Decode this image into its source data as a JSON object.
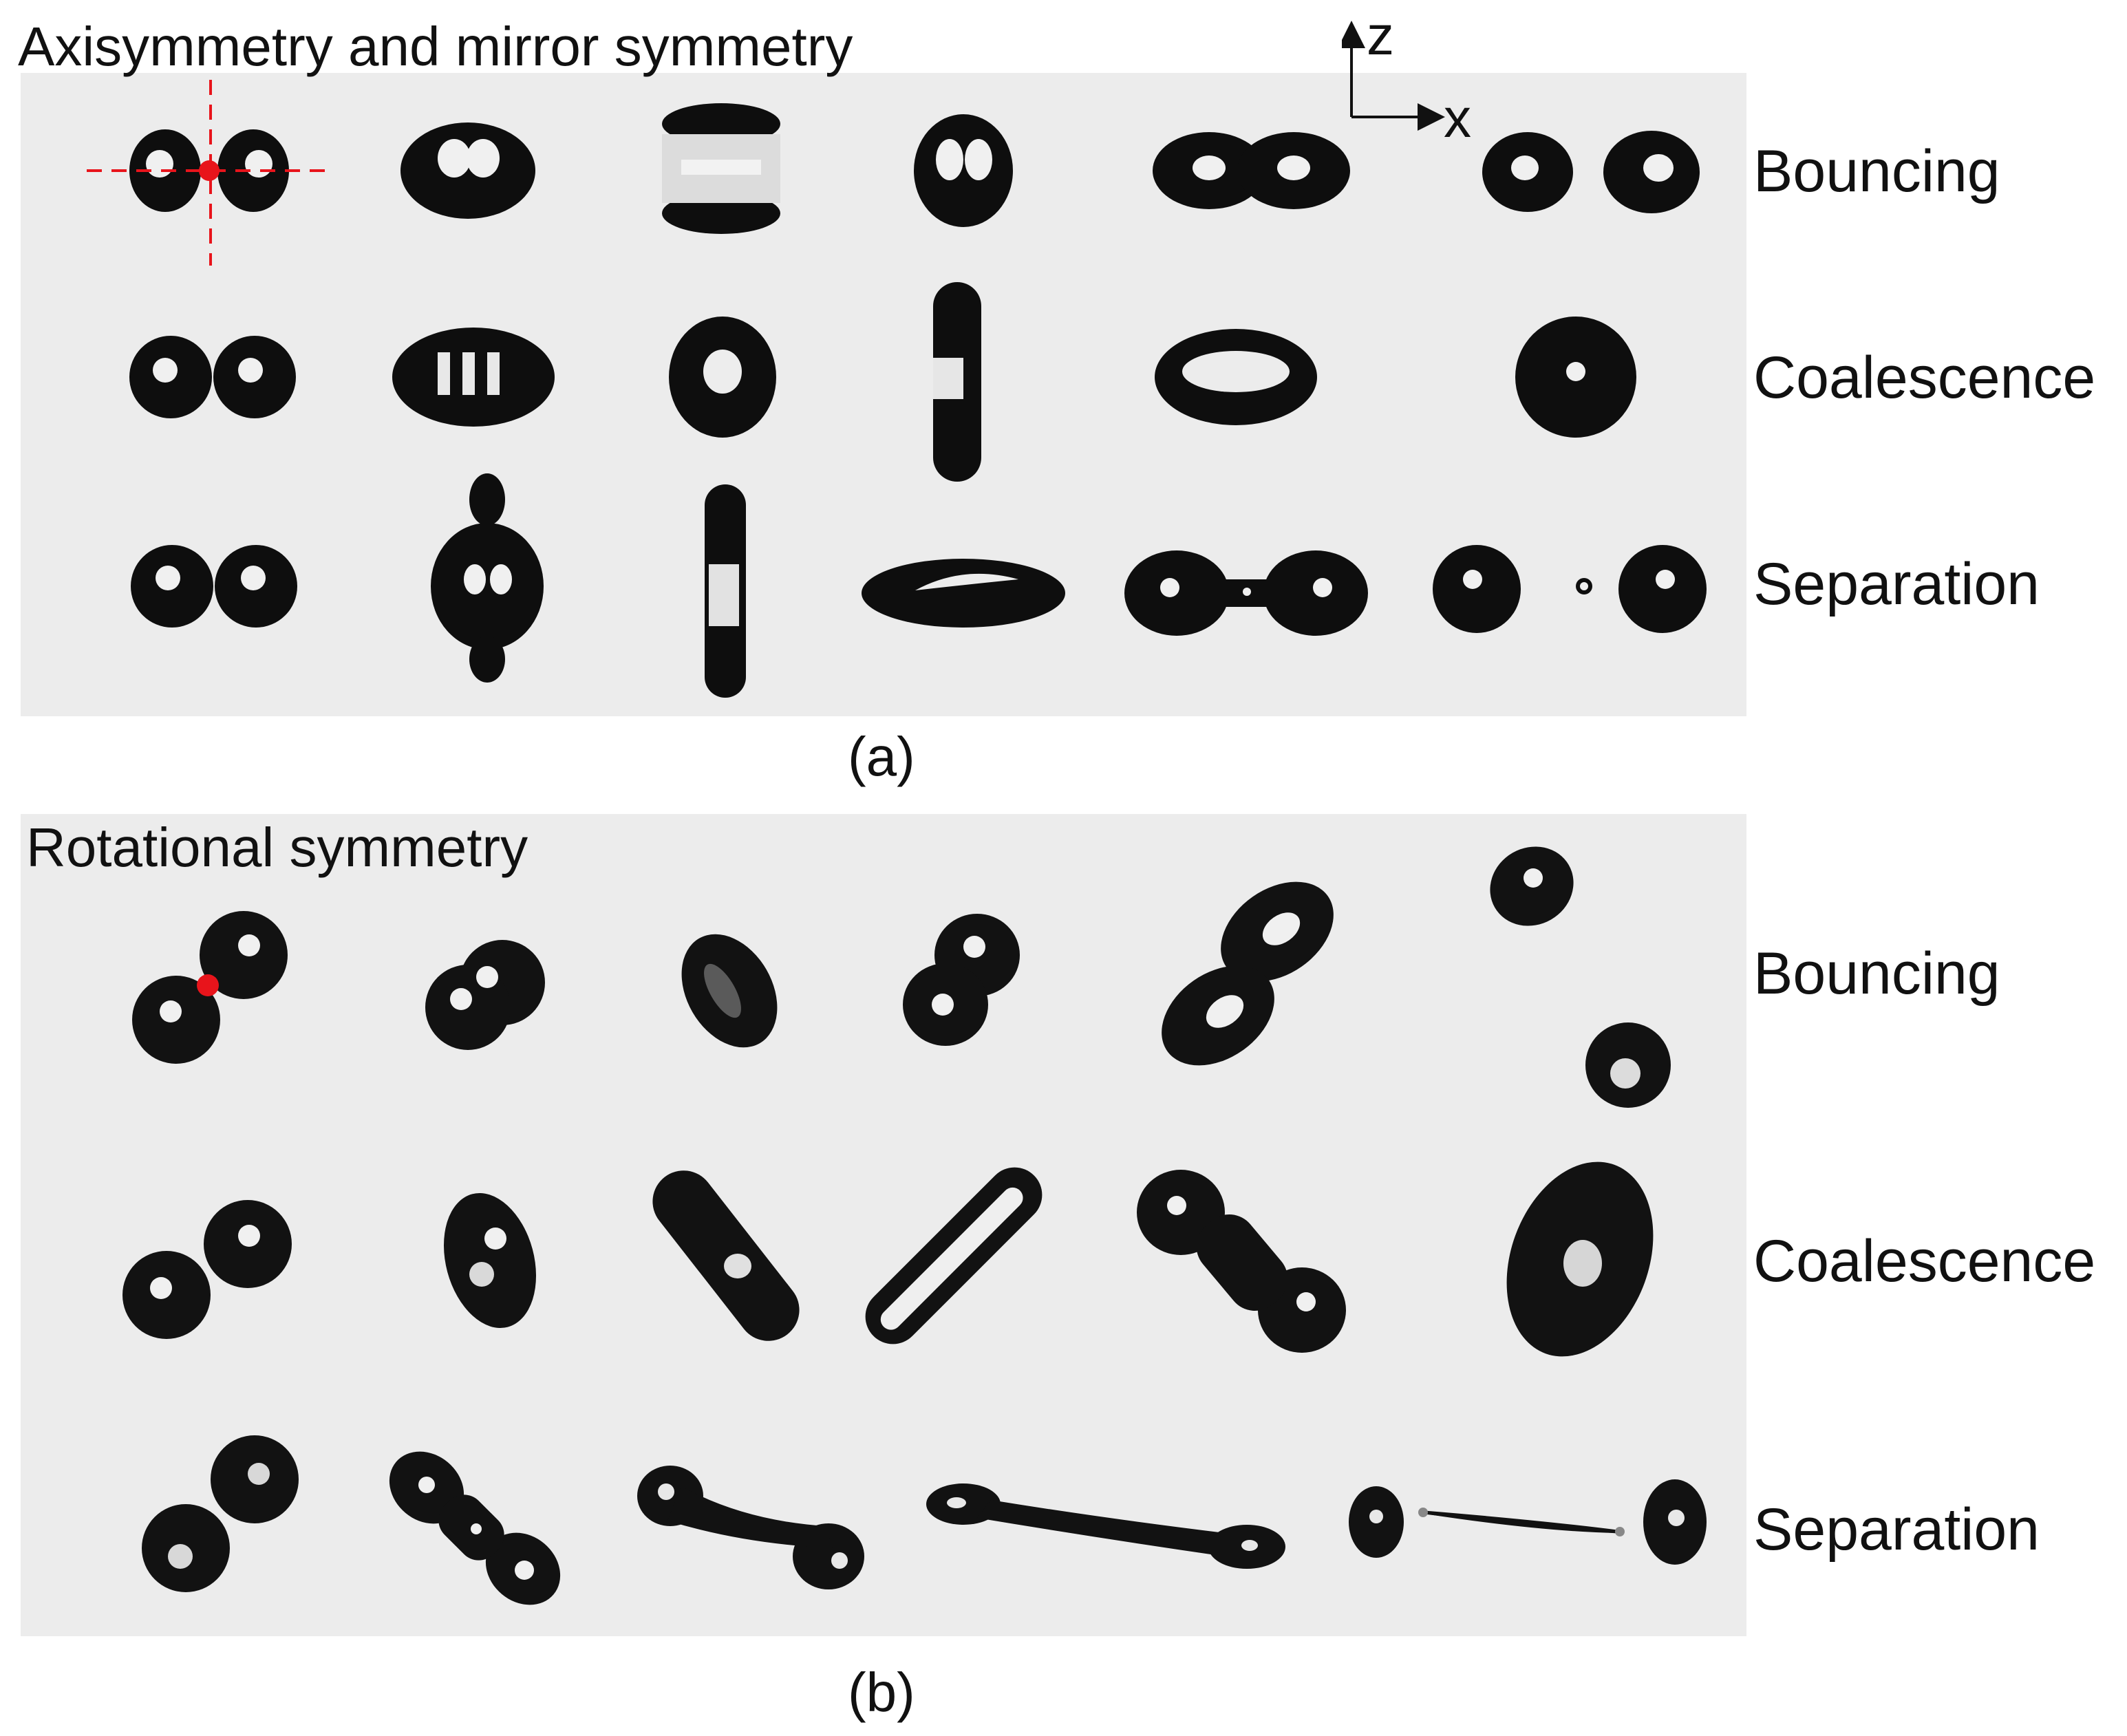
{
  "panel_a": {
    "title": "Axisymmetry and mirror symmetry",
    "caption": "(a)",
    "rows": [
      "Bouncing",
      "Coalescence",
      "Separation"
    ],
    "axes": {
      "vertical": "z",
      "horizontal": "x"
    },
    "marker_color": "#e8141b"
  },
  "panel_b": {
    "title": "Rotational symmetry",
    "caption": "(b)",
    "rows": [
      "Bouncing",
      "Coalescence",
      "Separation"
    ],
    "marker_color": "#e8141b"
  }
}
